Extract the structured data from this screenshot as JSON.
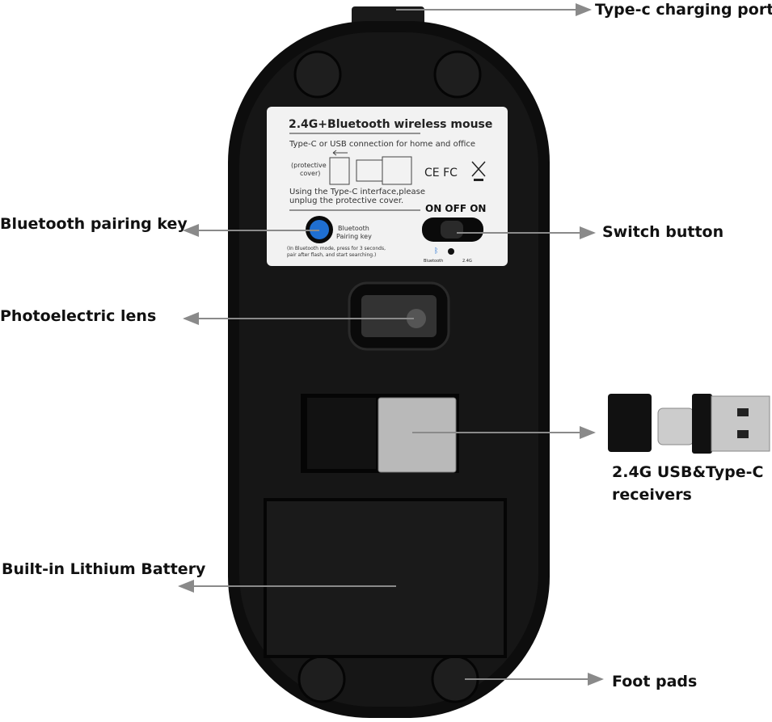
{
  "callouts": {
    "charging_port": "Type-c charging port",
    "pairing_key": "Bluetooth pairing key",
    "switch_button": "Switch button",
    "lens": "Photoelectric lens",
    "receivers_line1": "2.4G USB&Type-C",
    "receivers_line2": "receivers",
    "battery": "Built-in Lithium Battery",
    "foot_pads": "Foot pads"
  },
  "sticker": {
    "title": "2.4G+Bluetooth wireless mouse",
    "subtitle": "Type-C or USB connection for home and office",
    "cover_line1": "(protective",
    "cover_line2": "cover)",
    "certs": "CE FC",
    "instruction_line1": "Using the Type-C interface,please",
    "instruction_line2": "unplug the protective cover.",
    "switch_positions": "ON  OFF ON",
    "key_line1": "Bluetooth",
    "key_line2": "Pairing key",
    "note_line1": "(In Bluetooth mode, press for 3 seconds,",
    "note_line2": "pair after flash, and start searching.)",
    "mode_bluetooth": "Bluetooth",
    "mode_24g": "2.4G"
  },
  "colors": {
    "body": "#0d0d0d",
    "arrow": "#8a8a8a",
    "key": "#1f6fd1"
  }
}
